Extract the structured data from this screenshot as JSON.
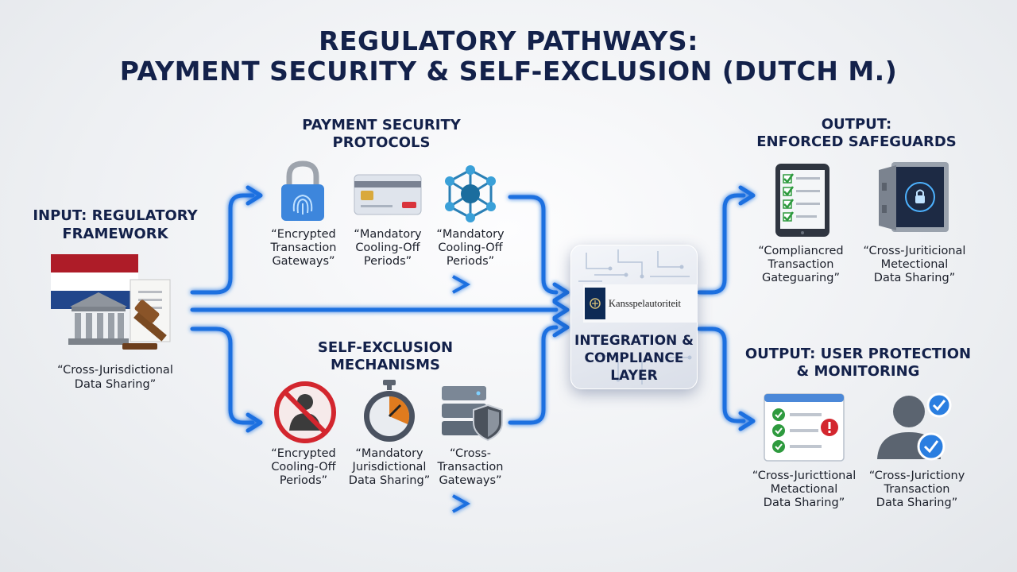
{
  "title": {
    "line1": "REGULATORY PATHWAYS:",
    "line2": "PAYMENT SECURITY & SELF-EXCLUSION (DUTCH M.)"
  },
  "input": {
    "heading_line1": "INPUT: REGULATORY",
    "heading_line2": "FRAMEWORK",
    "caption_line1": "“Cross-Jurisdictional",
    "caption_line2": "Data Sharing”"
  },
  "payment_security": {
    "heading_line1": "PAYMENT SECURITY",
    "heading_line2": "PROTOCOLS",
    "items": [
      {
        "icon": "fingerprint-lock-icon",
        "caption_line1": "“Encrypted",
        "caption_line2": "Transaction",
        "caption_line3": "Gateways”"
      },
      {
        "icon": "credit-card-icon",
        "caption_line1": "“Mandatory",
        "caption_line2": "Cooling-Off",
        "caption_line3": "Periods”"
      },
      {
        "icon": "network-hub-icon",
        "caption_line1": "“Mandatory",
        "caption_line2": "Cooling-Off",
        "caption_line3": "Periods”"
      }
    ]
  },
  "self_exclusion": {
    "heading_line1": "SELF-EXCLUSION",
    "heading_line2": "MECHANISMS",
    "items": [
      {
        "icon": "blocked-person-icon",
        "caption_line1": "“Encrypted",
        "caption_line2": "Cooling-Off",
        "caption_line3": "Periods”"
      },
      {
        "icon": "stopwatch-icon",
        "caption_line1": "“Mandatory",
        "caption_line2": "Jurisdictional",
        "caption_line3": "Data Sharing”"
      },
      {
        "icon": "server-shield-icon",
        "caption_line1": "“Cross-",
        "caption_line2": "Transaction",
        "caption_line3": "Gateways”"
      }
    ]
  },
  "integration": {
    "logo_text": "Kansspelautoriteit",
    "line1": "INTEGRATION &",
    "line2": "COMPLIANCE",
    "line3": "LAYER"
  },
  "output_safeguards": {
    "heading_line1": "OUTPUT:",
    "heading_line2": "ENFORCED SAFEGUARDS",
    "items": [
      {
        "icon": "checklist-tablet-icon",
        "caption_line1": "“Compliancred",
        "caption_line2": "Transaction",
        "caption_line3": "Gateguaring”"
      },
      {
        "icon": "vault-lock-icon",
        "caption_line1": "“Cross-Juriticional",
        "caption_line2": "Metectional",
        "caption_line3": "Data Sharing”"
      }
    ]
  },
  "output_protection": {
    "heading_line1": "OUTPUT: USER PROTECTION",
    "heading_line2": "& MONITORING",
    "items": [
      {
        "icon": "monitoring-window-icon",
        "caption_line1": "“Cross-Juricttional",
        "caption_line2": "Metactional",
        "caption_line3": "Data Sharing”"
      },
      {
        "icon": "verified-user-icon",
        "caption_line1": "“Cross-Jurictiony",
        "caption_line2": "Transaction",
        "caption_line3": "Data Sharing”"
      }
    ]
  },
  "colors": {
    "navy": "#13214a",
    "flow_blue": "#1f6fe0",
    "glow_blue": "#6fb1ff",
    "flag_red": "#ae1c28",
    "flag_blue": "#21468b"
  }
}
